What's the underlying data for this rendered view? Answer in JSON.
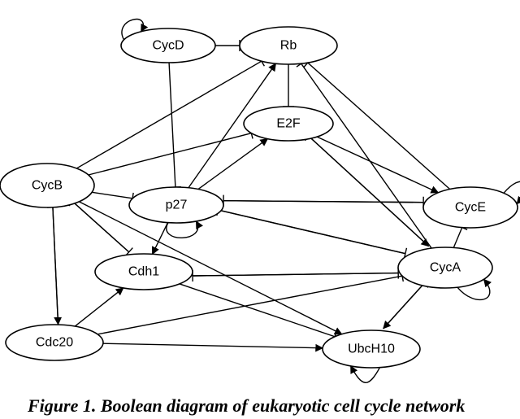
{
  "diagram": {
    "nodes": [
      {
        "id": "CycD",
        "label": "CycD"
      },
      {
        "id": "Rb",
        "label": "Rb"
      },
      {
        "id": "E2F",
        "label": "E2F"
      },
      {
        "id": "CycB",
        "label": "CycB"
      },
      {
        "id": "p27",
        "label": "p27"
      },
      {
        "id": "CycE",
        "label": "CycE"
      },
      {
        "id": "Cdh1",
        "label": "Cdh1"
      },
      {
        "id": "CycA",
        "label": "CycA"
      },
      {
        "id": "Cdc20",
        "label": "Cdc20"
      },
      {
        "id": "UbcH10",
        "label": "UbcH10"
      }
    ],
    "edges": [
      {
        "from": "CycD",
        "to": "CycD",
        "type": "activation"
      },
      {
        "from": "CycD",
        "to": "Rb",
        "type": "inhibition"
      },
      {
        "from": "CycD",
        "to": "p27",
        "type": "inhibition"
      },
      {
        "from": "Rb",
        "to": "E2F",
        "type": "inhibition"
      },
      {
        "from": "CycB",
        "to": "Rb",
        "type": "inhibition"
      },
      {
        "from": "CycB",
        "to": "E2F",
        "type": "inhibition"
      },
      {
        "from": "CycB",
        "to": "p27",
        "type": "inhibition"
      },
      {
        "from": "CycB",
        "to": "Cdh1",
        "type": "inhibition"
      },
      {
        "from": "CycB",
        "to": "Cdc20",
        "type": "activation"
      },
      {
        "from": "CycB",
        "to": "UbcH10",
        "type": "activation"
      },
      {
        "from": "p27",
        "to": "Rb",
        "type": "activation"
      },
      {
        "from": "p27",
        "to": "E2F",
        "type": "activation"
      },
      {
        "from": "p27",
        "to": "Cdh1",
        "type": "activation"
      },
      {
        "from": "p27",
        "to": "CycE",
        "type": "inhibition"
      },
      {
        "from": "p27",
        "to": "CycA",
        "type": "inhibition"
      },
      {
        "from": "p27",
        "to": "p27",
        "type": "activation"
      },
      {
        "from": "E2F",
        "to": "CycE",
        "type": "activation"
      },
      {
        "from": "E2F",
        "to": "CycA",
        "type": "activation"
      },
      {
        "from": "CycE",
        "to": "Rb",
        "type": "inhibition"
      },
      {
        "from": "CycE",
        "to": "p27",
        "type": "inhibition"
      },
      {
        "from": "CycE",
        "to": "CycE",
        "type": "activation"
      },
      {
        "from": "CycA",
        "to": "Rb",
        "type": "inhibition"
      },
      {
        "from": "CycA",
        "to": "E2F",
        "type": "inhibition"
      },
      {
        "from": "CycA",
        "to": "CycE",
        "type": "inhibition"
      },
      {
        "from": "CycA",
        "to": "p27",
        "type": "inhibition"
      },
      {
        "from": "CycA",
        "to": "Cdh1",
        "type": "inhibition"
      },
      {
        "from": "CycA",
        "to": "UbcH10",
        "type": "activation"
      },
      {
        "from": "CycA",
        "to": "CycA",
        "type": "activation"
      },
      {
        "from": "Cdh1",
        "to": "CycB",
        "type": "inhibition"
      },
      {
        "from": "Cdh1",
        "to": "CycA",
        "type": "inhibition"
      },
      {
        "from": "Cdh1",
        "to": "UbcH10",
        "type": "inhibition"
      },
      {
        "from": "Cdc20",
        "to": "CycB",
        "type": "inhibition"
      },
      {
        "from": "Cdc20",
        "to": "Cdh1",
        "type": "activation"
      },
      {
        "from": "Cdc20",
        "to": "CycA",
        "type": "inhibition"
      },
      {
        "from": "Cdc20",
        "to": "UbcH10",
        "type": "activation"
      },
      {
        "from": "UbcH10",
        "to": "CycA",
        "type": "inhibition"
      },
      {
        "from": "UbcH10",
        "to": "UbcH10",
        "type": "activation"
      }
    ]
  },
  "caption": {
    "text": "Figure 1. Boolean diagram of eukaryotic cell cycle network"
  }
}
